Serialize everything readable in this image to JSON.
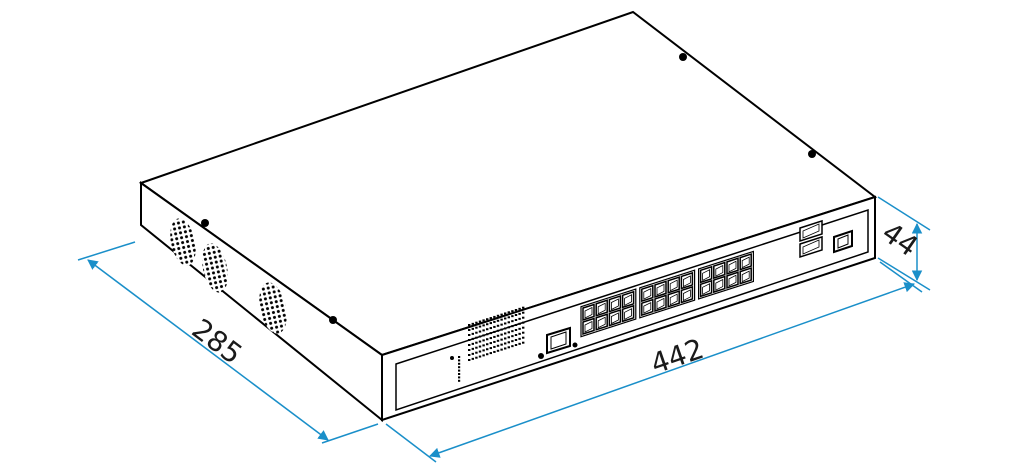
{
  "diagram": {
    "dimensions": {
      "depth": "285",
      "width": "442",
      "height": "44"
    },
    "colors": {
      "outline": "#000000",
      "dimension_line": "#1a8fc9",
      "fill": "#ffffff"
    },
    "front_panel": {
      "rj45_port_count": 24,
      "uplink_port_count": 2,
      "sfp_port_count": 1,
      "console_port_count": 1
    },
    "side_vents": 3
  }
}
